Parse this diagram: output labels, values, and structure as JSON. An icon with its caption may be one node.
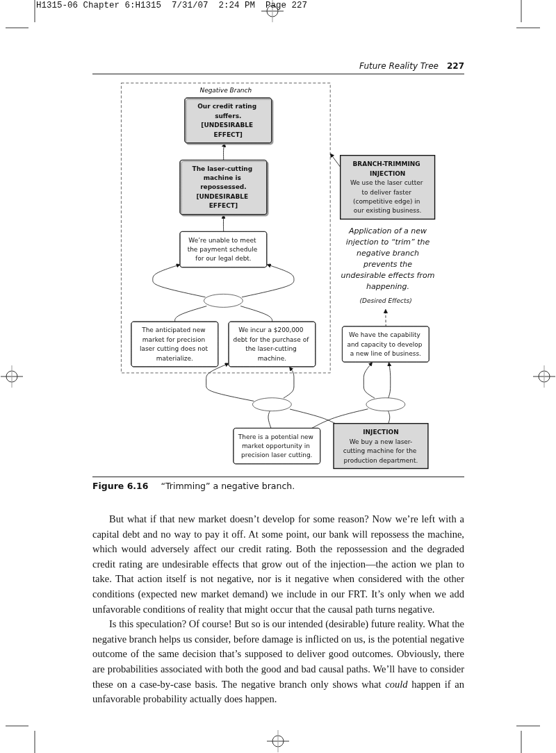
{
  "diagram": {
    "caption": "**Figure 6.16** “Trimming” a negative branch.",
    "nodes": [
      {
        "text": [
          "Negative Branch"
        ]
      },
      {
        "text": [
          "Our credit rating suffers.",
          "[UNDESIRABLE EFFECT]"
        ],
        "in": 0
      },
      {
        "text": [
          "The laser-cutting machine is repossessed.",
          "[UNDESIRABLE EFFECT]"
        ],
        "in": 0
      },
      {
        "text": [
          "We’re unable to meet the payment schedule for our legal debt."
        ],
        "in": 0
      },
      {
        "text": [],
        "shape": "ellipse",
        "in": 0
      },
      {
        "text": [
          "The anticipated new market for precision laser cutting does not materialize."
        ],
        "in": 0
      },
      {
        "text": [
          "We incur a $200,000 debt for the purchase of the laser-cutting machine."
        ],
        "in": 0
      },
      {
        "text": [
          "BRANCH-TRIMMING INJECTION",
          "We use the laser cutter to deliver faster (competitive edge) in our existing business."
        ]
      },
      {
        "text": [
          "(Desired Effects)"
        ]
      },
      {
        "text": [
          "We have the capability and capacity to develop a new line of business."
        ]
      },
      {
        "text": [],
        "shape": "ellipse"
      },
      {
        "text": [],
        "shape": "ellipse"
      },
      {
        "text": [
          "There is a potential new market opportunity in precision laser cutting."
        ]
      },
      {
        "text": [
          "INJECTION",
          "We buy a new laser-cutting machine for the production department."
        ]
      }
    ],
    "edges": [
      {
        "from": 2,
        "to": 1,
        "arrow": "to"
      },
      {
        "from": 3,
        "to": 2,
        "arrow": "to"
      },
      {
        "from": 4,
        "to": 3,
        "arrow": "to"
      },
      {
        "from": 4,
        "to": 3,
        "arrow": "to"
      },
      {
        "from": 5,
        "to": 4,
        "arrow": "none"
      },
      {
        "from": 6,
        "to": 4,
        "arrow": "none"
      },
      {
        "from": 7,
        "to": 0,
        "arrow": "to"
      },
      {
        "from": 9,
        "to": 8,
        "arrow": "to",
        "style": "dashed"
      },
      {
        "from": 10,
        "to": 6,
        "arrow": "to"
      },
      {
        "from": 10,
        "to": 6,
        "arrow": "to"
      },
      {
        "from": 11,
        "to": 9,
        "arrow": "to"
      },
      {
        "from": 11,
        "to": 9,
        "arrow": "to"
      },
      {
        "from": 12,
        "to": 10,
        "arrow": "none"
      },
      {
        "from": 13,
        "to": 10,
        "arrow": "none"
      },
      {
        "from": 12,
        "to": 11,
        "arrow": "none"
      },
      {
        "from": 13,
        "to": 11,
        "arrow": "none"
      }
    ],
    "labels": [
      "H1315-06 Chapter 6:H1315  7/31/07  2:24 PM  Page 227",
      "Future Reality Tree",
      "227",
      "Application of a new injection to “trim” the negative branch prevents the undesirable effects from happening.",
      "But what if that new market doesn’t develop for some reason? Now we’re left with a capital debt and no way to pay it off. At some point, our bank will repossess the machine, which would adversely affect our credit rating. Both the repossession and the degraded credit rating are undesirable effects that grow out of the injection—the action we plan to take. That action itself is not negative, nor is it negative when considered with the other conditions (expected new market demand) we include in our FRT. It’s only when we add unfavorable conditions of reality that might occur that the causal path turns negative.",
      "Is this speculation? Of course! But so is our intended (desirable) future reality. What the negative branch helps us consider, before damage is inflicted on us, is the potential negative outcome of the same decision that’s supposed to deliver good outcomes. Obviously, there are probabilities associated with both the good and bad causal paths. We’ll have to consider these on a case-by-case basis. The negative branch only shows what *could* happen if an unfavorable probability actually does happen."
    ]
  }
}
